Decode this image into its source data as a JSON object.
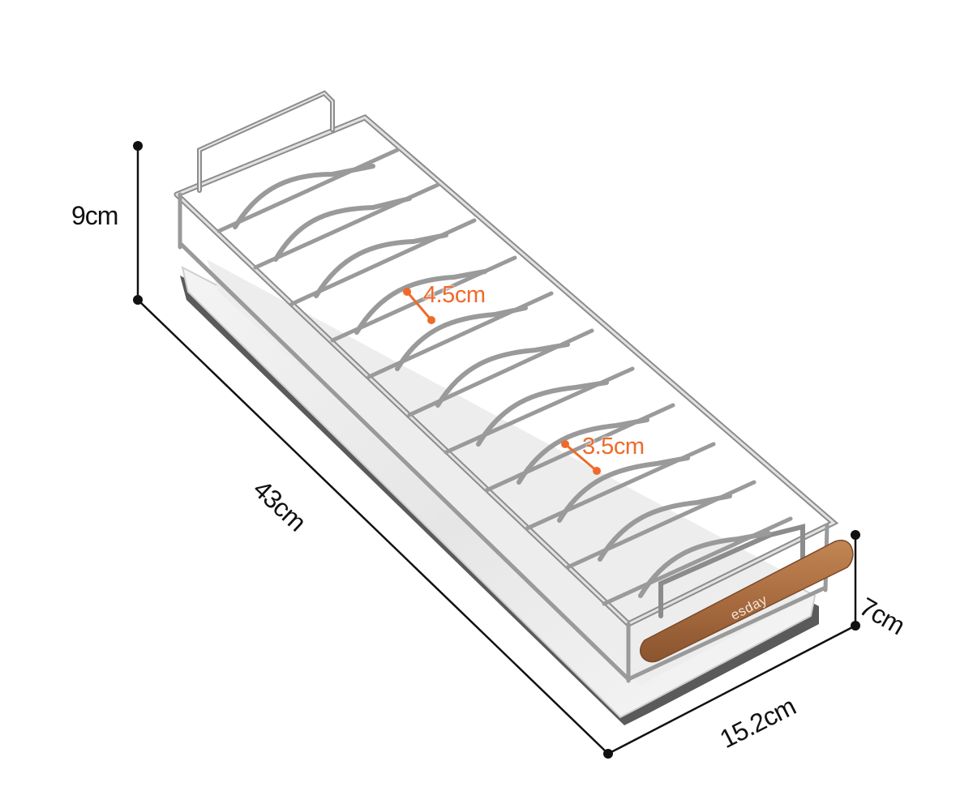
{
  "product": {
    "brand": "esday"
  },
  "dimensions": {
    "height_left": "9cm",
    "length": "43cm",
    "width": "15.2cm",
    "height_right": "7cm",
    "gap_large": "4.5cm",
    "gap_small": "3.5cm"
  },
  "colors": {
    "gap_accent": "#ef6a2a",
    "dimension_line": "#111111",
    "handle_wood": "#a86b3f"
  }
}
